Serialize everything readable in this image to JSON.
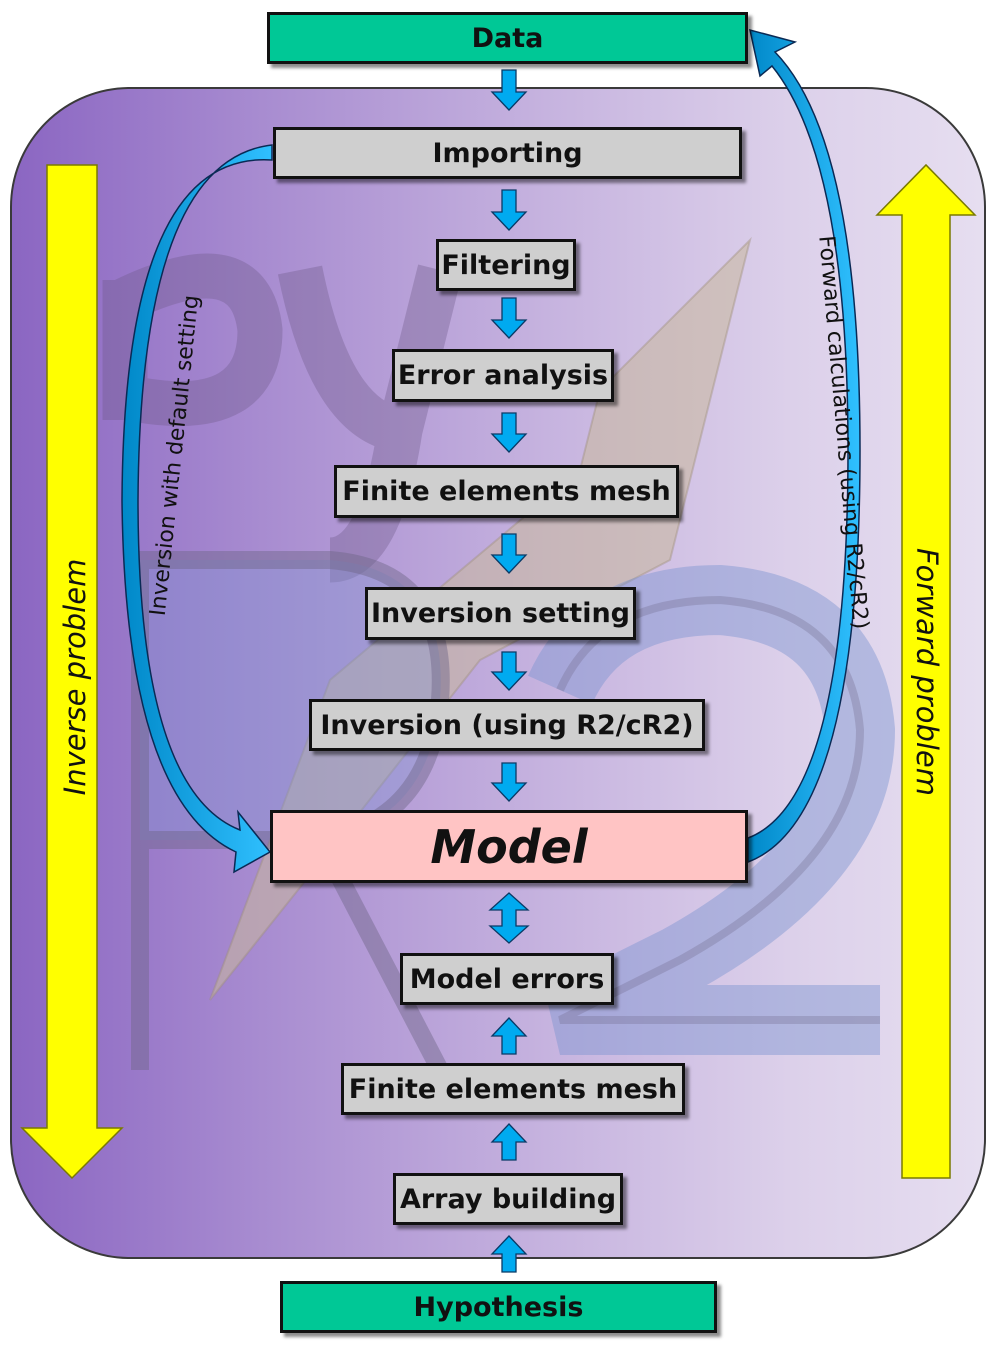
{
  "diagram": {
    "data_label": "Data",
    "hypothesis_label": "Hypothesis",
    "model_label": "Model",
    "inverse_steps": [
      "Importing",
      "Filtering",
      "Error analysis",
      "Finite elements mesh",
      "Inversion setting",
      "Inversion (using R2/cR2)"
    ],
    "forward_steps": [
      "Model errors",
      "Finite elements mesh",
      "Array building"
    ],
    "inverse_problem_label": "Inverse problem",
    "forward_problem_label": "Forward problem",
    "inversion_default_label": "Inversion with default setting",
    "forward_calc_label": "Forward calculations (using R2/cR2)",
    "watermark_text": "pyR2",
    "colors": {
      "green_box": "#00c896",
      "grey_box": "#cfcfcf",
      "model_box": "#ffc4c4",
      "arrow_blue": "#00aaf0",
      "yellow_arrow": "#ffff00",
      "panel_purple": "#8b66c2"
    }
  }
}
